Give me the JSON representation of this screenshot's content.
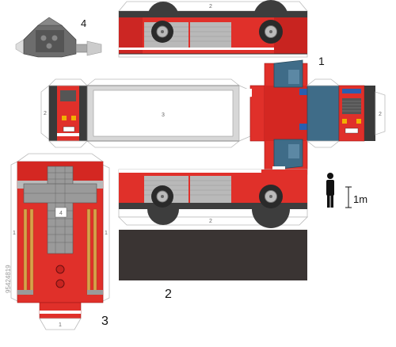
{
  "labels": {
    "top_side_panel_number": "2",
    "bottom_side_panel_number": "2",
    "box_roof_number": "3",
    "left_end_small_label": "2",
    "right_end_small_label": "2",
    "assembly_one": "1",
    "base_part_number": "2",
    "chassis_part_number": "3",
    "roof_part_number": "4",
    "mini_part_number": "4",
    "chassis_side_left_number": "1",
    "chassis_side_right_number": "1",
    "chassis_bottom_tab_number": "1",
    "scale_label": "1m",
    "stock_id": "95424819"
  },
  "colors": {
    "body_red": "#e0302a",
    "dark_red": "#a01818",
    "grey_panel": "#b9b9b9",
    "dark_grey": "#4a4a4a",
    "window_blue": "#3f6c88",
    "base_black": "#3a3433",
    "ladder_gold": "#d7a24a"
  }
}
